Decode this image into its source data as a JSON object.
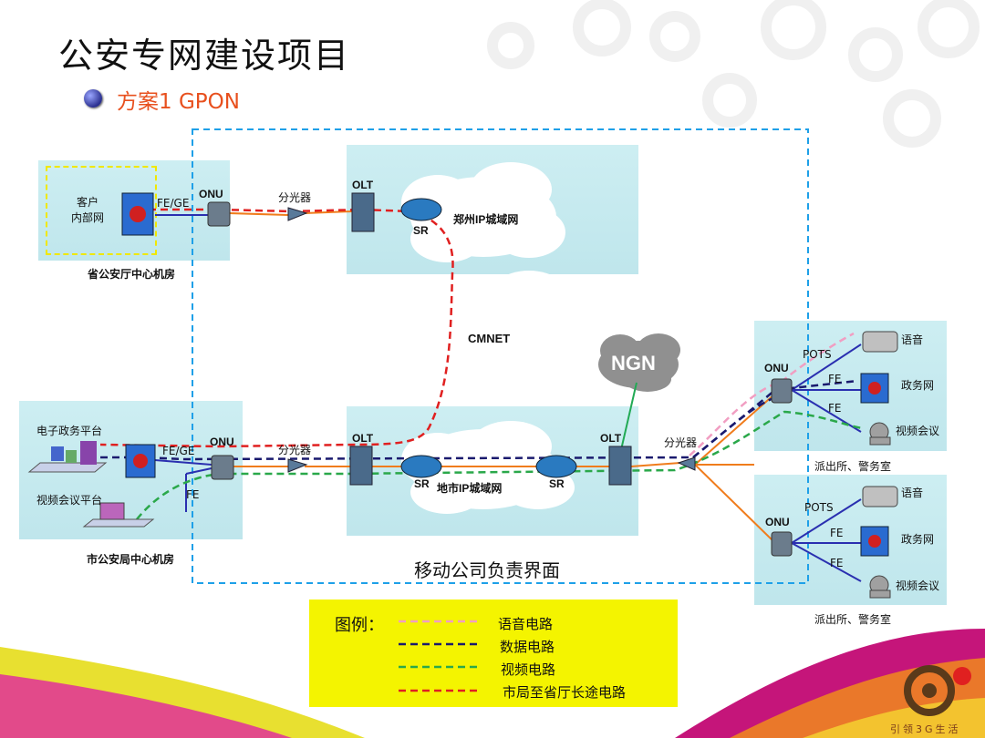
{
  "title": "公安专网建设项目",
  "subtitle": "方案1 GPON",
  "province_room": {
    "customer_line1": "客户",
    "customer_line2": "内部网",
    "link_label": "FE/GE",
    "caption": "省公安厅中心机房"
  },
  "city_room": {
    "egov_label": "电子政务平台",
    "video_label": "视频会议平台",
    "link_label": "FE/GE",
    "fe_label": "FE",
    "caption": "市公安局中心机房"
  },
  "devices": {
    "onu": "ONU",
    "splitter": "分光器",
    "olt": "OLT",
    "sr": "SR"
  },
  "clouds": {
    "zhengzhou": "郑州IP城域网",
    "cmnet": "CMNET",
    "ngn": "NGN",
    "city_metro": "地市IP城域网"
  },
  "police_station": {
    "pots": "POTS",
    "fe": "FE",
    "voice": "语音",
    "gov_net": "政务网",
    "video_conf": "视频会议",
    "caption": "派出所、警务室"
  },
  "boundary_label": "移动公司负责界面",
  "legend": {
    "title": "图例：",
    "items": [
      {
        "label": "语音电路",
        "color": "#f19ec2"
      },
      {
        "label": "数据电路",
        "color": "#1a1a6e"
      },
      {
        "label": "视频电路",
        "color": "#2aa84a"
      },
      {
        "label": "市局至省厅长途电路",
        "color": "#e02020"
      }
    ]
  },
  "logo_tagline": "引领3G生活",
  "colors": {
    "boundary": "#1ea0e8",
    "fiber": "#f07c1c",
    "link_blue": "#2a2fb0",
    "ngn_link": "#22aa55"
  }
}
